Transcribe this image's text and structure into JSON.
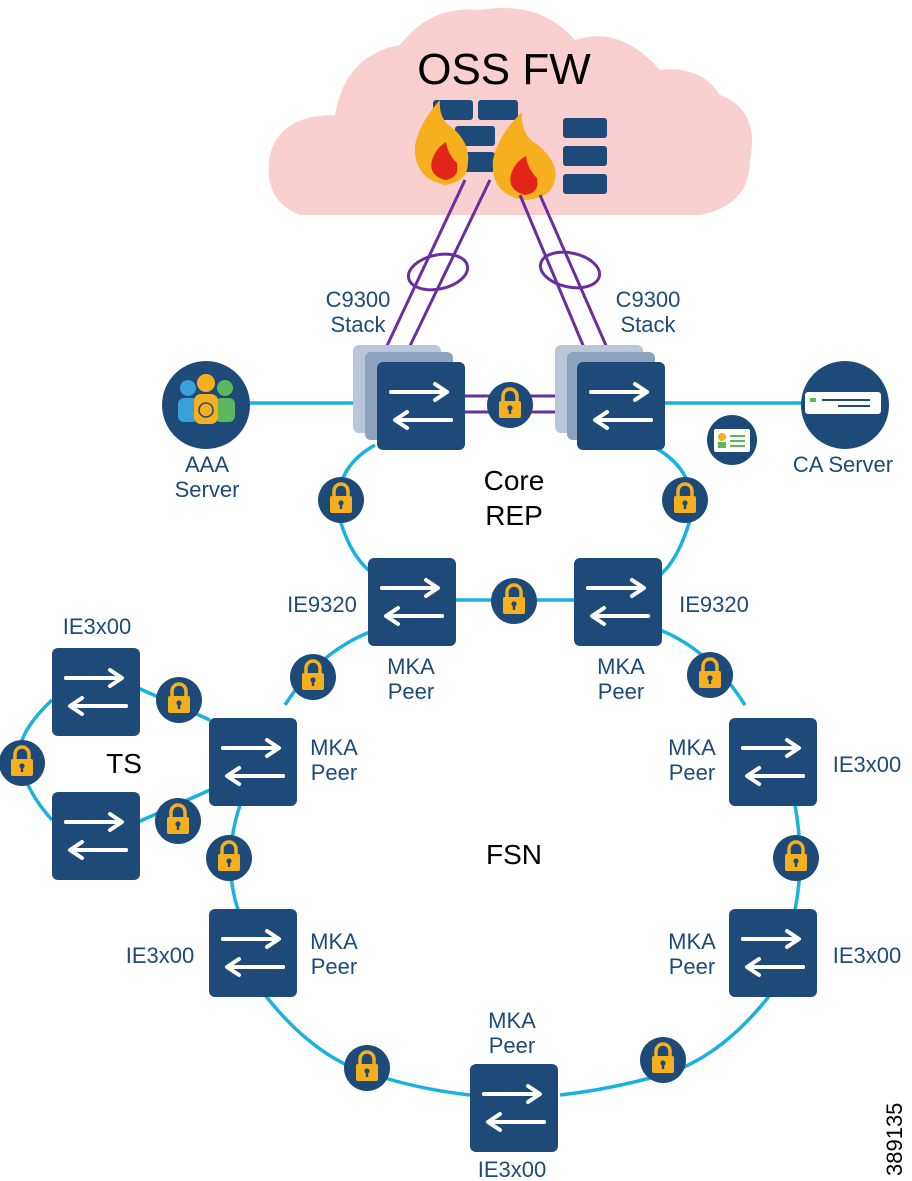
{
  "title": "OSS FW",
  "stack_left": {
    "line1": "C9300",
    "line2": "Stack"
  },
  "stack_right": {
    "line1": "C9300",
    "line2": "Stack"
  },
  "aaa": {
    "line1": "AAA",
    "line2": "Server"
  },
  "ca": {
    "label": "CA Server"
  },
  "core": {
    "line1": "Core",
    "line2": "REP"
  },
  "ie9320_left": "IE9320",
  "ie9320_right": "IE9320",
  "ts_top_label": "IE3x00",
  "ts_label": "TS",
  "fsn_label": "FSN",
  "left_mid": {
    "peer1": "MKA",
    "peer2": "Peer"
  },
  "left_bottom": {
    "name": "IE3x00",
    "peer1": "MKA",
    "peer2": "Peer"
  },
  "right_mid": {
    "name": "IE3x00",
    "peer1": "MKA",
    "peer2": "Peer"
  },
  "right_bottom": {
    "name": "IE3x00",
    "peer1": "MKA",
    "peer2": "Peer"
  },
  "bottom": {
    "name": "IE3x00",
    "peer1": "MKA",
    "peer2": "Peer"
  },
  "ie9320_left_peer": {
    "peer1": "MKA",
    "peer2": "Peer"
  },
  "ie9320_right_peer": {
    "peer1": "MKA",
    "peer2": "Peer"
  },
  "figure_id": "389135",
  "colors": {
    "switch": "#1e4a7a",
    "link": "#19b1de",
    "lag": "#6a2f9e",
    "lock": "#f6b01e",
    "cloud": "#f9cfcf"
  }
}
